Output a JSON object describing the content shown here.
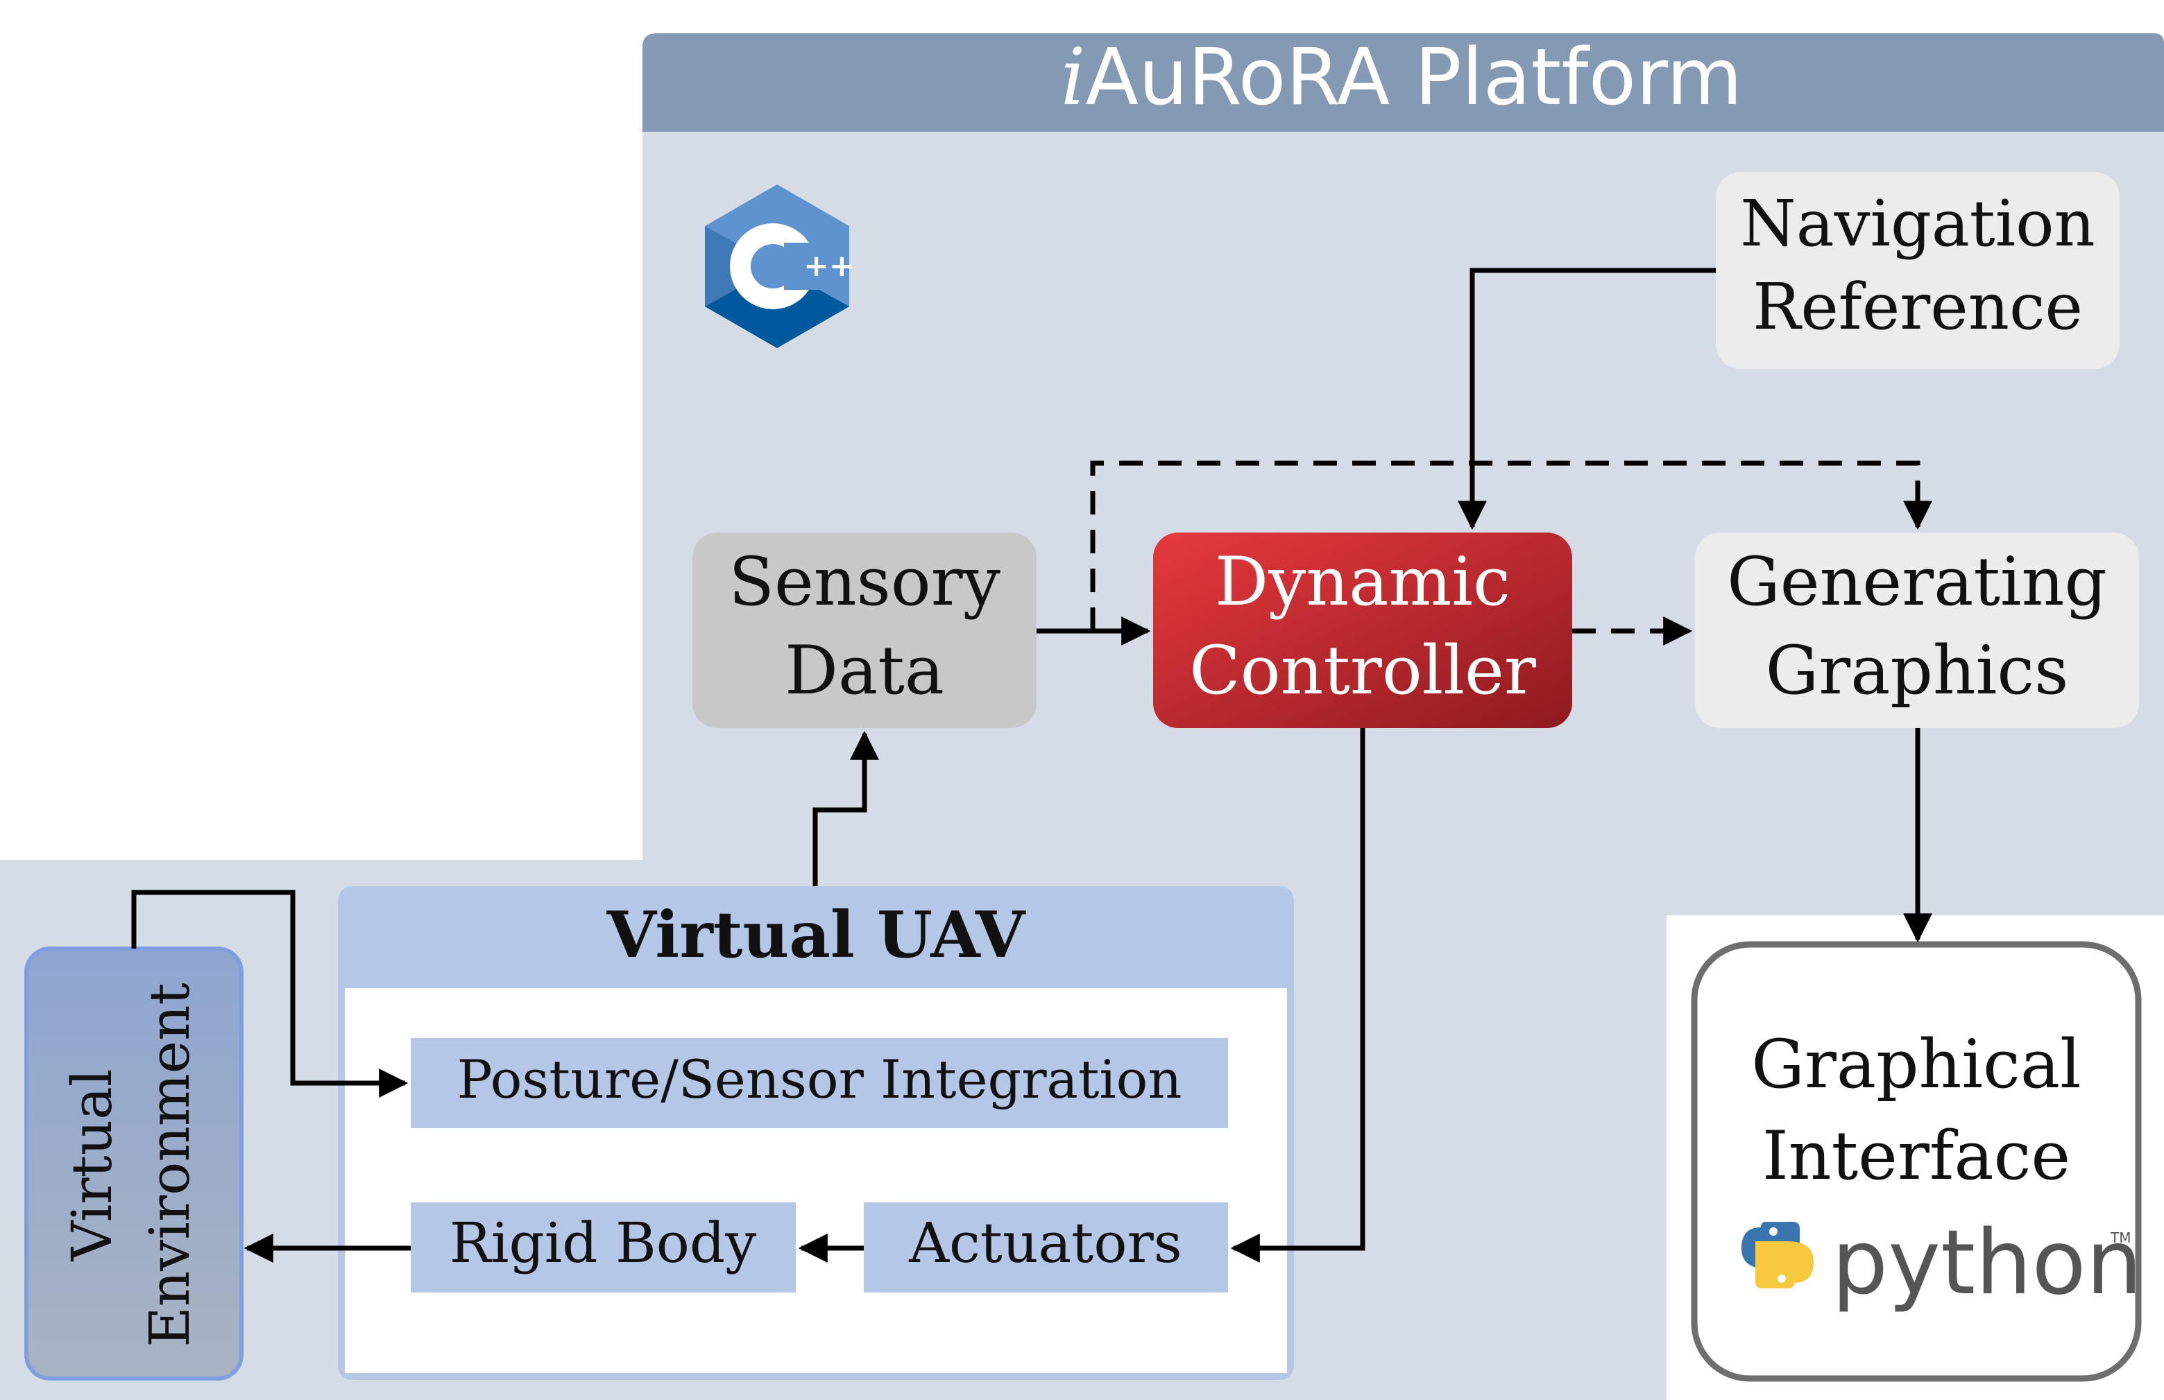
{
  "platform": {
    "title_prefix": "i",
    "title_rest": "AuRoRA Platform"
  },
  "blocks": {
    "navigation_reference": [
      "Navigation",
      "Reference"
    ],
    "sensory_data": [
      "Sensory",
      "Data"
    ],
    "dynamic_controller": [
      "Dynamic",
      "Controller"
    ],
    "generating_graphics": [
      "Generating",
      "Graphics"
    ],
    "graphical_interface": [
      "Graphical",
      "Interface"
    ],
    "virtual_environment": [
      "Virtual",
      "Environment"
    ]
  },
  "virtual_uav": {
    "title": "Virtual UAV",
    "posture_sensor": "Posture/Sensor Integration",
    "rigid_body": "Rigid Body",
    "actuators": "Actuators"
  },
  "logos": {
    "cpp_text": "C++",
    "python_text": "python",
    "python_tm": "TM"
  },
  "colors": {
    "platform_header": "#8499b3",
    "platform_body": "#d5dce6",
    "uav_header": "#b4c7e7",
    "uav_item": "#b4c7e7",
    "sensory": "#c8c8c8",
    "controller": "#c9262c",
    "light_box": "#ececec",
    "virtual_env": "#9fb4d8",
    "virtual_env_border": "#7f9fe0"
  }
}
